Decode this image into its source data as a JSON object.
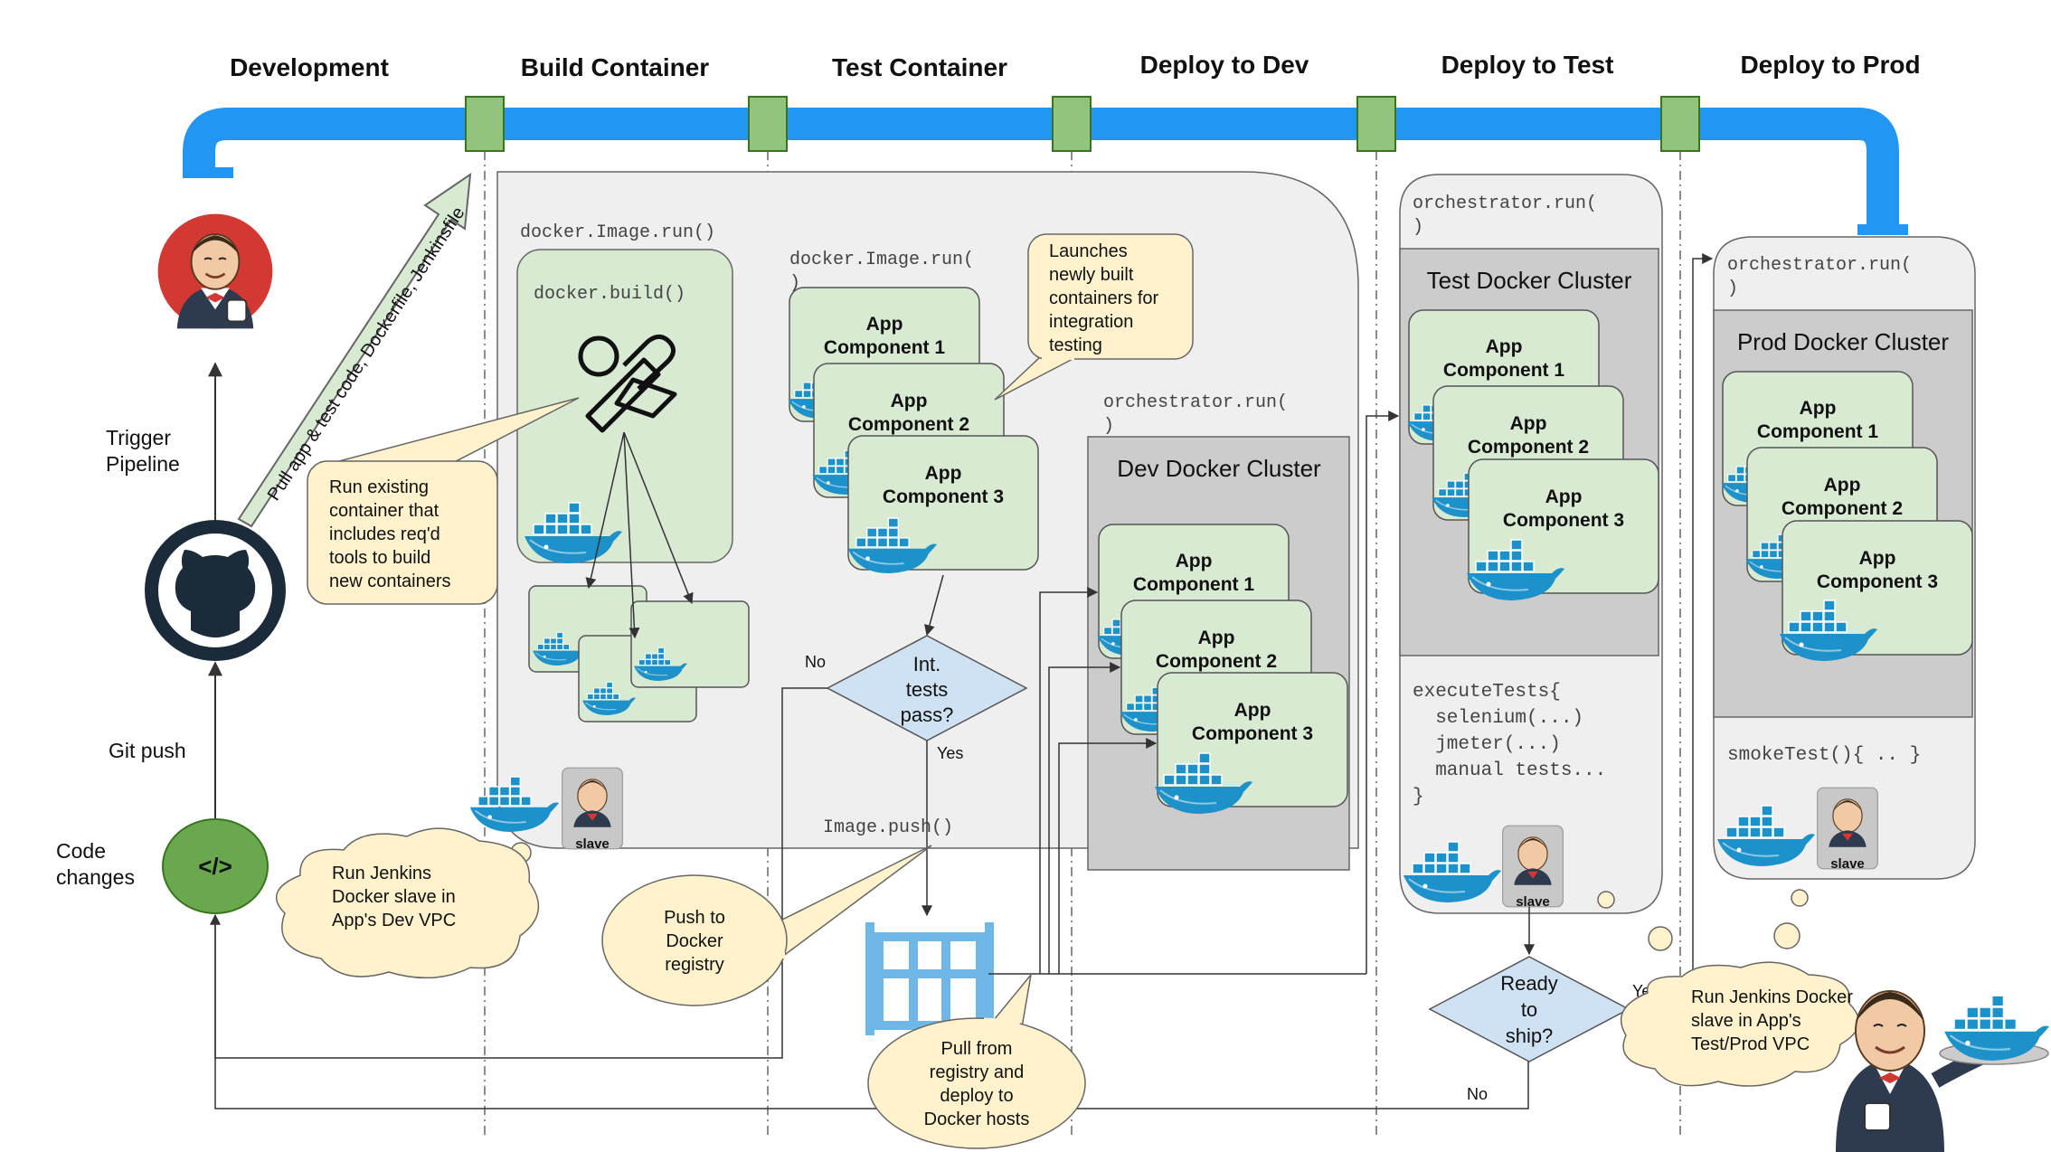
{
  "stages": [
    "Development",
    "Build Container",
    "Test Container",
    "Deploy to Dev",
    "Deploy to Test",
    "Deploy to Prod"
  ],
  "left_labels": {
    "trigger": [
      "Trigger",
      "Pipeline"
    ],
    "git_push": "Git push",
    "code_changes": [
      "Code",
      "changes"
    ]
  },
  "pull_arrow_text": "Pull app & test code, Dockerfile, Jenkinsfile",
  "code_icon_text": "</>",
  "build": {
    "run_code": "docker.Image.run()",
    "build_code": "docker.build()",
    "note": [
      "Run existing",
      "container that",
      "includes req'd",
      "tools to build",
      "new containers"
    ]
  },
  "test": {
    "run_code": [
      "docker.Image.run(",
      ")"
    ],
    "note": [
      "Launches",
      "newly built",
      "containers for",
      "integration",
      "testing"
    ],
    "decision": [
      "Int.",
      "tests",
      "pass?"
    ],
    "no": "No",
    "yes": "Yes",
    "push_code": "Image.push()",
    "push_note": [
      "Push to",
      "Docker",
      "registry"
    ]
  },
  "components": [
    [
      "App",
      "Component 1"
    ],
    [
      "App",
      "Component 2"
    ],
    [
      "App",
      "Component 3"
    ]
  ],
  "slave_label": "slave",
  "jenkins_slave_note": [
    "Run Jenkins",
    "Docker slave in",
    "App's Dev VPC"
  ],
  "dev": {
    "orch_code": [
      "orchestrator.run(",
      ")"
    ],
    "cluster_title": "Dev Docker Cluster"
  },
  "registry_note": [
    "Pull from",
    "registry and",
    "deploy to",
    "Docker hosts"
  ],
  "testenv": {
    "orch_code": [
      "orchestrator.run(",
      ")"
    ],
    "cluster_title": "Test Docker Cluster",
    "exec_code": [
      "executeTests{",
      "  selenium(...)",
      "  jmeter(...)",
      "  manual tests...",
      "}"
    ]
  },
  "ship": {
    "decision": [
      "Ready",
      "to",
      "ship?"
    ],
    "yes": "Yes",
    "no": "No"
  },
  "prod": {
    "orch_code": [
      "orchestrator.run(",
      ")"
    ],
    "cluster_title": "Prod Docker Cluster",
    "smoke_code": "smokeTest(){ .. }",
    "note": [
      "Run Jenkins Docker",
      "slave in App's",
      "Test/Prod VPC"
    ]
  },
  "colors": {
    "pipe": "#2196f3",
    "gate": "#93c47d",
    "component": "#d9ead3",
    "panel": "#efefef",
    "cluster": "#cccccc",
    "note": "#fff2cc",
    "decision": "#cfe2f3",
    "docker": "#1d91c9",
    "github": "#1b2b3a",
    "jenkins_red": "#d33833",
    "code_green": "#6aa84f"
  }
}
